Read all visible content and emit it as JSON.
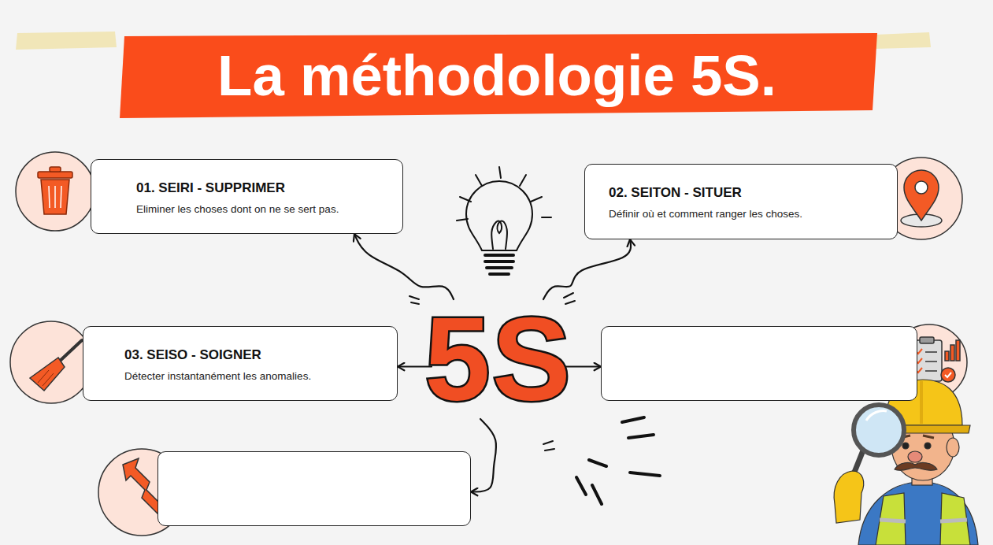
{
  "diagram": {
    "title": "La méthodologie 5S.",
    "nodes": [
      {
        "text": [
          "01. SEIRI - SUPPRIMER",
          "Eliminer les choses dont on ne se sert pas."
        ]
      },
      {
        "text": [
          "02. SEITON - SITUER",
          "Définir où et comment ranger les choses."
        ]
      },
      {
        "text": [
          "5S"
        ]
      },
      {
        "text": [
          "03. SEISO - SOIGNER",
          "Détecter instantanément les anomalies."
        ]
      },
      {
        "text": []
      },
      {
        "text": []
      }
    ],
    "edges": [
      {
        "from": 2,
        "to": 0,
        "arrow": "to"
      },
      {
        "from": 2,
        "to": 1,
        "arrow": "to"
      },
      {
        "from": 2,
        "to": 3,
        "arrow": "to"
      },
      {
        "from": 2,
        "to": 4,
        "arrow": "to"
      },
      {
        "from": 2,
        "to": 5,
        "arrow": "to"
      }
    ]
  }
}
